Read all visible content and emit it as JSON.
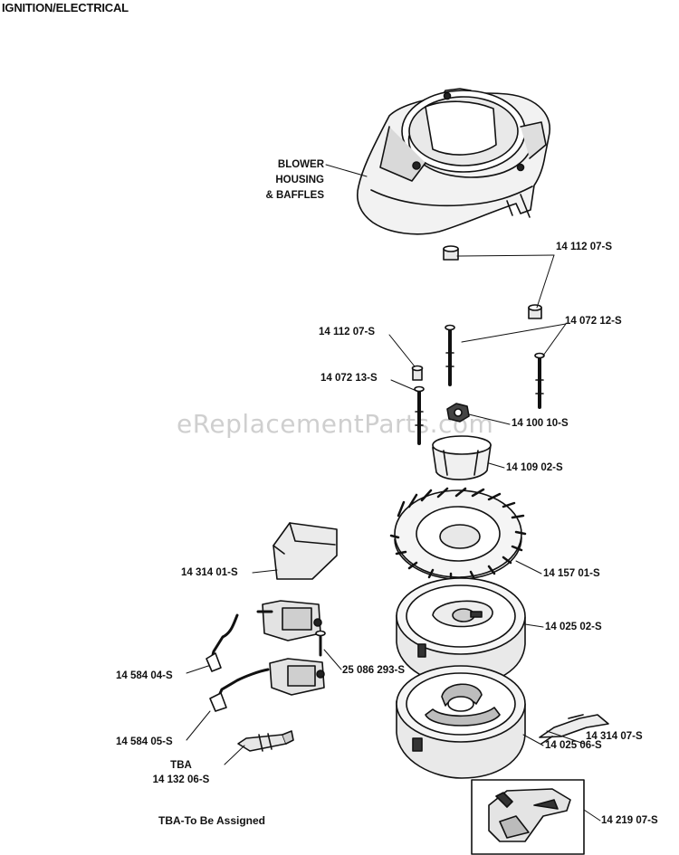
{
  "title": "IGNITION/ELECTRICAL",
  "watermark": "eReplacementParts.com",
  "note": "TBA-To Be Assigned",
  "labels": {
    "blower_l1": "BLOWER",
    "blower_l2": "HOUSING",
    "blower_l3": "& BAFFLES",
    "p_1411207_a": "14 112 07-S",
    "p_1407212": "14 072 12-S",
    "p_1411207_b": "14 112 07-S",
    "p_1407213": "14 072 13-S",
    "p_1410010": "14 100 10-S",
    "p_1410902": "14 109 02-S",
    "p_1431401": "14 314 01-S",
    "p_1415701": "14 157 01-S",
    "p_1402502": "14 025 02-S",
    "p_2508629": "25 086 293-S",
    "p_1458404": "14 584 04-S",
    "p_1431407": "14 314 07-S",
    "p_1458405": "14 584 05-S",
    "p_tba": "TBA",
    "p_1413206": "14 132 06-S",
    "p_1402506": "14 025 06-S",
    "p_1421907": "14 219 07-S"
  }
}
